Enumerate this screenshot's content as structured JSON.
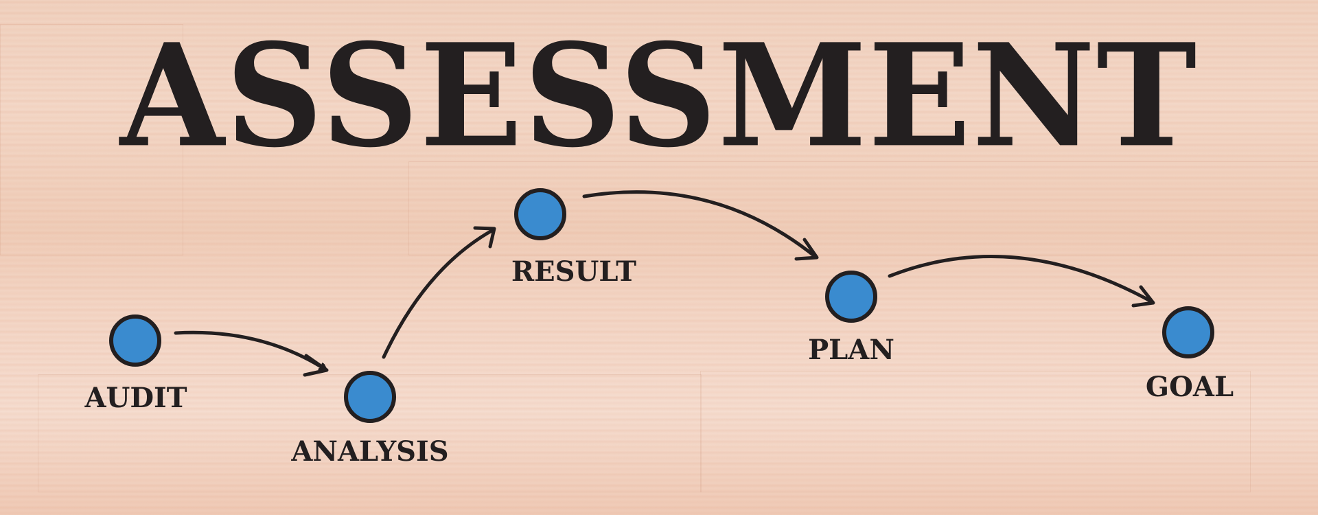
{
  "title": "ASSESSMENT",
  "colors": {
    "node_fill": "#3a8bcf",
    "ink": "#231f20",
    "wood": "#f0d2c0"
  },
  "steps": [
    {
      "label": "AUDIT"
    },
    {
      "label": "ANALYSIS"
    },
    {
      "label": "RESULT"
    },
    {
      "label": "PLAN"
    },
    {
      "label": "GOAL"
    }
  ]
}
